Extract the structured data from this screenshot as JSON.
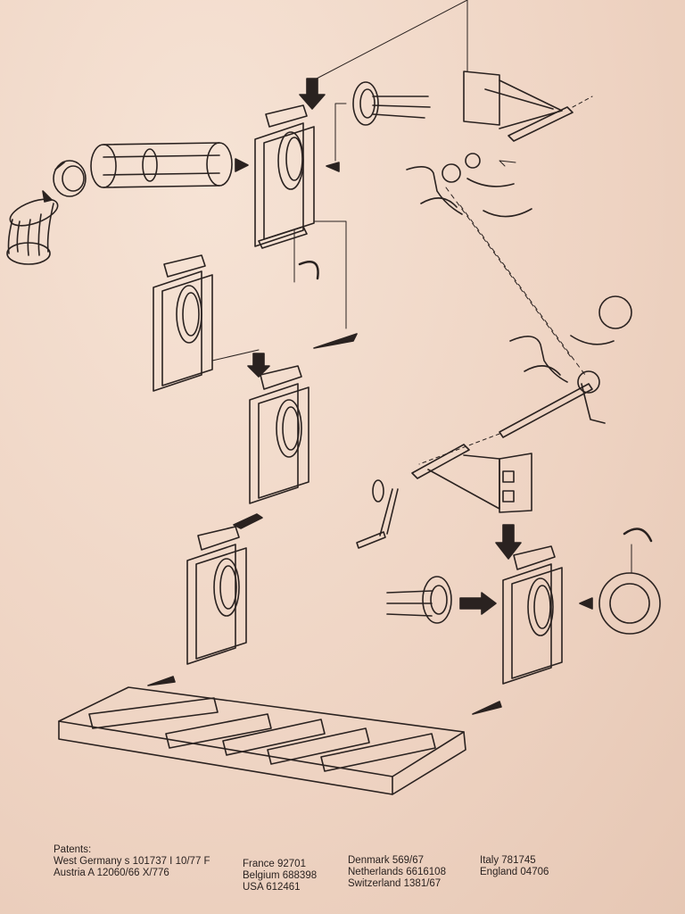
{
  "patents": {
    "heading": "Patents:",
    "col1": [
      "West Germany s 101737 I 10/77 F",
      "Austria A 12060/66 X/776"
    ],
    "col2": [
      "France 92701",
      "Belgium 688398",
      "USA 612461"
    ],
    "col3": [
      "Denmark 569/67",
      "Netherlands 6616108",
      "Switzerland 1381/67"
    ],
    "col4": [
      "Italy 781745",
      "England 04706"
    ]
  },
  "colors": {
    "paper": "#f1d9c9",
    "ink": "#2a2220"
  }
}
